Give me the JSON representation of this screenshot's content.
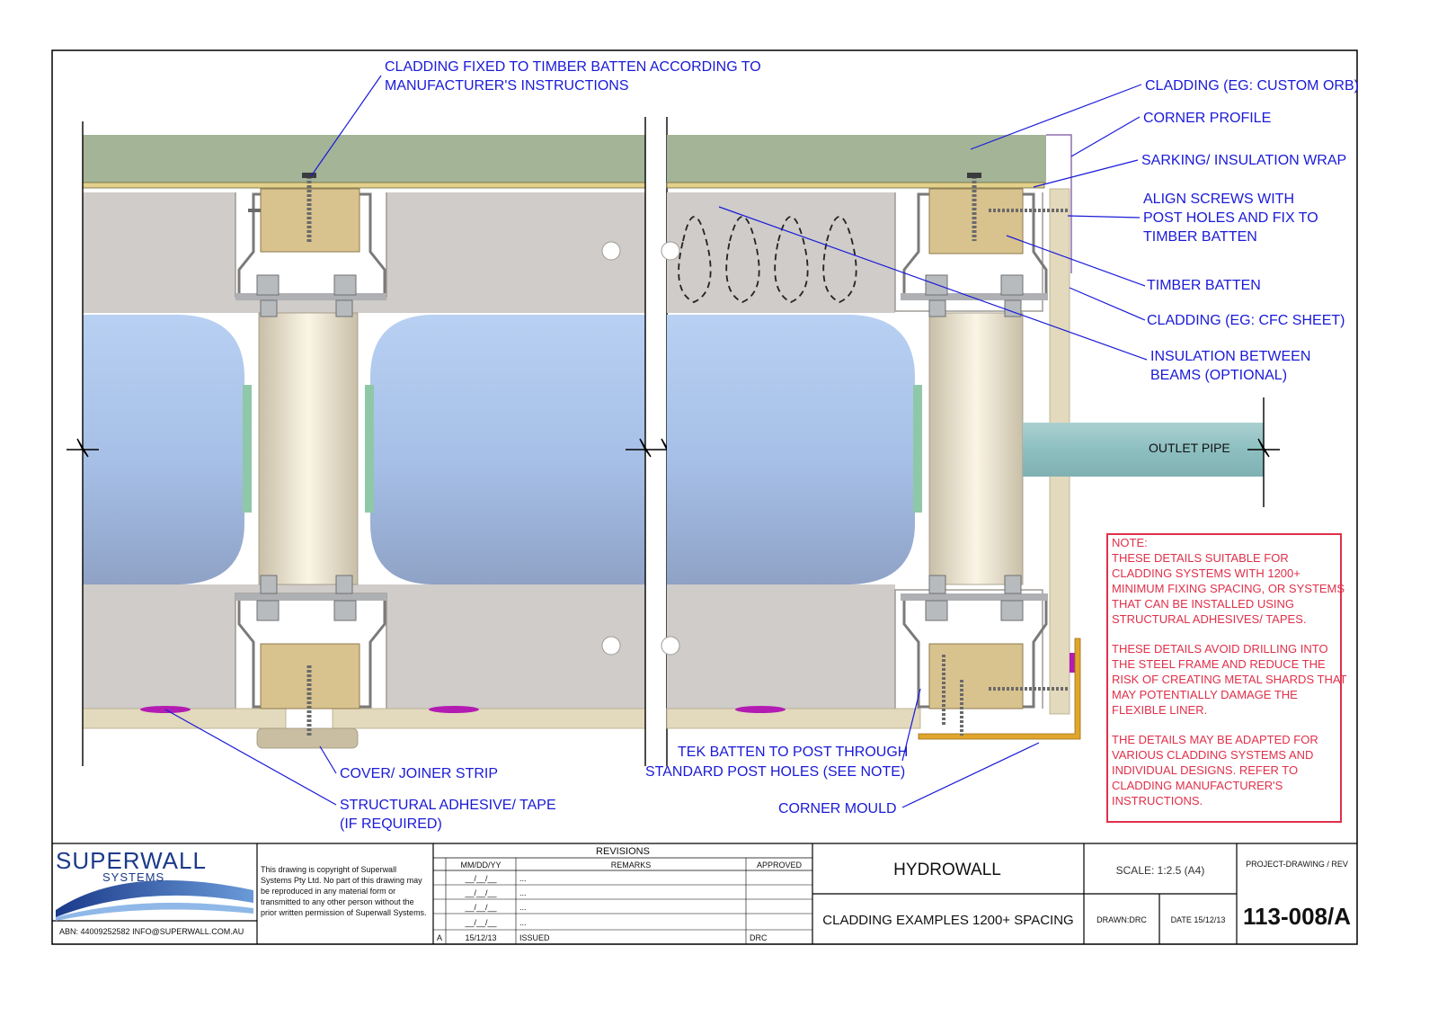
{
  "labels": {
    "cladding_fixed_l1": "CLADDING FIXED TO TIMBER BATTEN ACCORDING TO",
    "cladding_fixed_l2": "MANUFACTURER'S INSTRUCTIONS",
    "cladding_custom_orb": "CLADDING (EG: CUSTOM ORB)",
    "corner_profile": "CORNER PROFILE",
    "sarking_wrap": "SARKING/ INSULATION WRAP",
    "align_screws_l1": "ALIGN SCREWS WITH",
    "align_screws_l2": "POST HOLES AND FIX TO",
    "align_screws_l3": "TIMBER BATTEN",
    "timber_batten": "TIMBER BATTEN",
    "cladding_cfc": "CLADDING (EG: CFC SHEET)",
    "insulation_l1": "INSULATION BETWEEN",
    "insulation_l2": "BEAMS (OPTIONAL)",
    "outlet_pipe": "OUTLET PIPE",
    "cover_joiner": "COVER/ JOINER STRIP",
    "structural_adhesive_l1": "STRUCTURAL ADHESIVE/ TAPE",
    "structural_adhesive_l2": "(IF REQUIRED)",
    "tek_batten_l1": "TEK BATTEN TO POST THROUGH",
    "tek_batten_l2": "STANDARD POST  HOLES (SEE NOTE)",
    "corner_mould": "CORNER MOULD"
  },
  "note": {
    "heading": "NOTE:",
    "lines": [
      "THESE DETAILS SUITABLE FOR",
      "CLADDING SYSTEMS WITH 1200+",
      "MINIMUM FIXING SPACING, OR SYSTEMS",
      "THAT CAN BE INSTALLED USING",
      "STRUCTURAL ADHESIVES/ TAPES.",
      "",
      "THESE DETAILS AVOID DRILLING INTO",
      "THE STEEL FRAME AND REDUCE THE",
      "RISK OF CREATING METAL SHARDS THAT",
      "MAY POTENTIALLY DAMAGE THE",
      "FLEXIBLE LINER.",
      "",
      "THE DETAILS MAY BE ADAPTED FOR",
      "VARIOUS CLADDING SYSTEMS AND",
      "INDIVIDUAL DESIGNS. REFER TO",
      "CLADDING MANUFACTURER'S",
      "INSTRUCTIONS."
    ]
  },
  "title_block": {
    "logo_main": "SUPERWALL",
    "logo_sub": "SYSTEMS",
    "abn": "ABN: 44009252582  INFO@SUPERWALL.COM.AU",
    "copyright": [
      "This drawing is copyright of Superwall",
      "Systems Pty Ltd. No part of this drawing may",
      "be reproduced in any material form or",
      "transmitted to any other person without the",
      "prior written permission of Superwall Systems."
    ],
    "revisions_title": "REVISIONS",
    "rev_col_date": "MM/DD/YY",
    "rev_col_remarks": "REMARKS",
    "rev_col_approved": "APPROVED",
    "rev_blank_date": "__/__/__",
    "rev_blank_remarks": "...",
    "rev_a_letter": "A",
    "rev_a_date": "15/12/13",
    "rev_a_remarks": "ISSUED",
    "rev_a_approved": "DRC",
    "project": "HYDROWALL",
    "drawing_title": "CLADDING EXAMPLES 1200+ SPACING",
    "scale": "SCALE: 1:2.5  (A4)",
    "drawn": "DRAWN:DRC",
    "date": "DATE 15/12/13",
    "project_drawing_rev_label": "PROJECT-DRAWING / REV",
    "drawing_number": "113-008/A"
  },
  "colors": {
    "label_blue": "#1a1ad8",
    "note_red": "#e0304a",
    "cladding_green": "#a3b497",
    "frame_grey": "#cfccc9",
    "bladder_blue": "#a9c2e6",
    "timber": "#d8c28e",
    "pipe_teal": "#93c1c3",
    "cfc_sheet": "#e3d9bd",
    "corner_mould": "#e0a52b",
    "tape_magenta": "#b21cb2"
  }
}
